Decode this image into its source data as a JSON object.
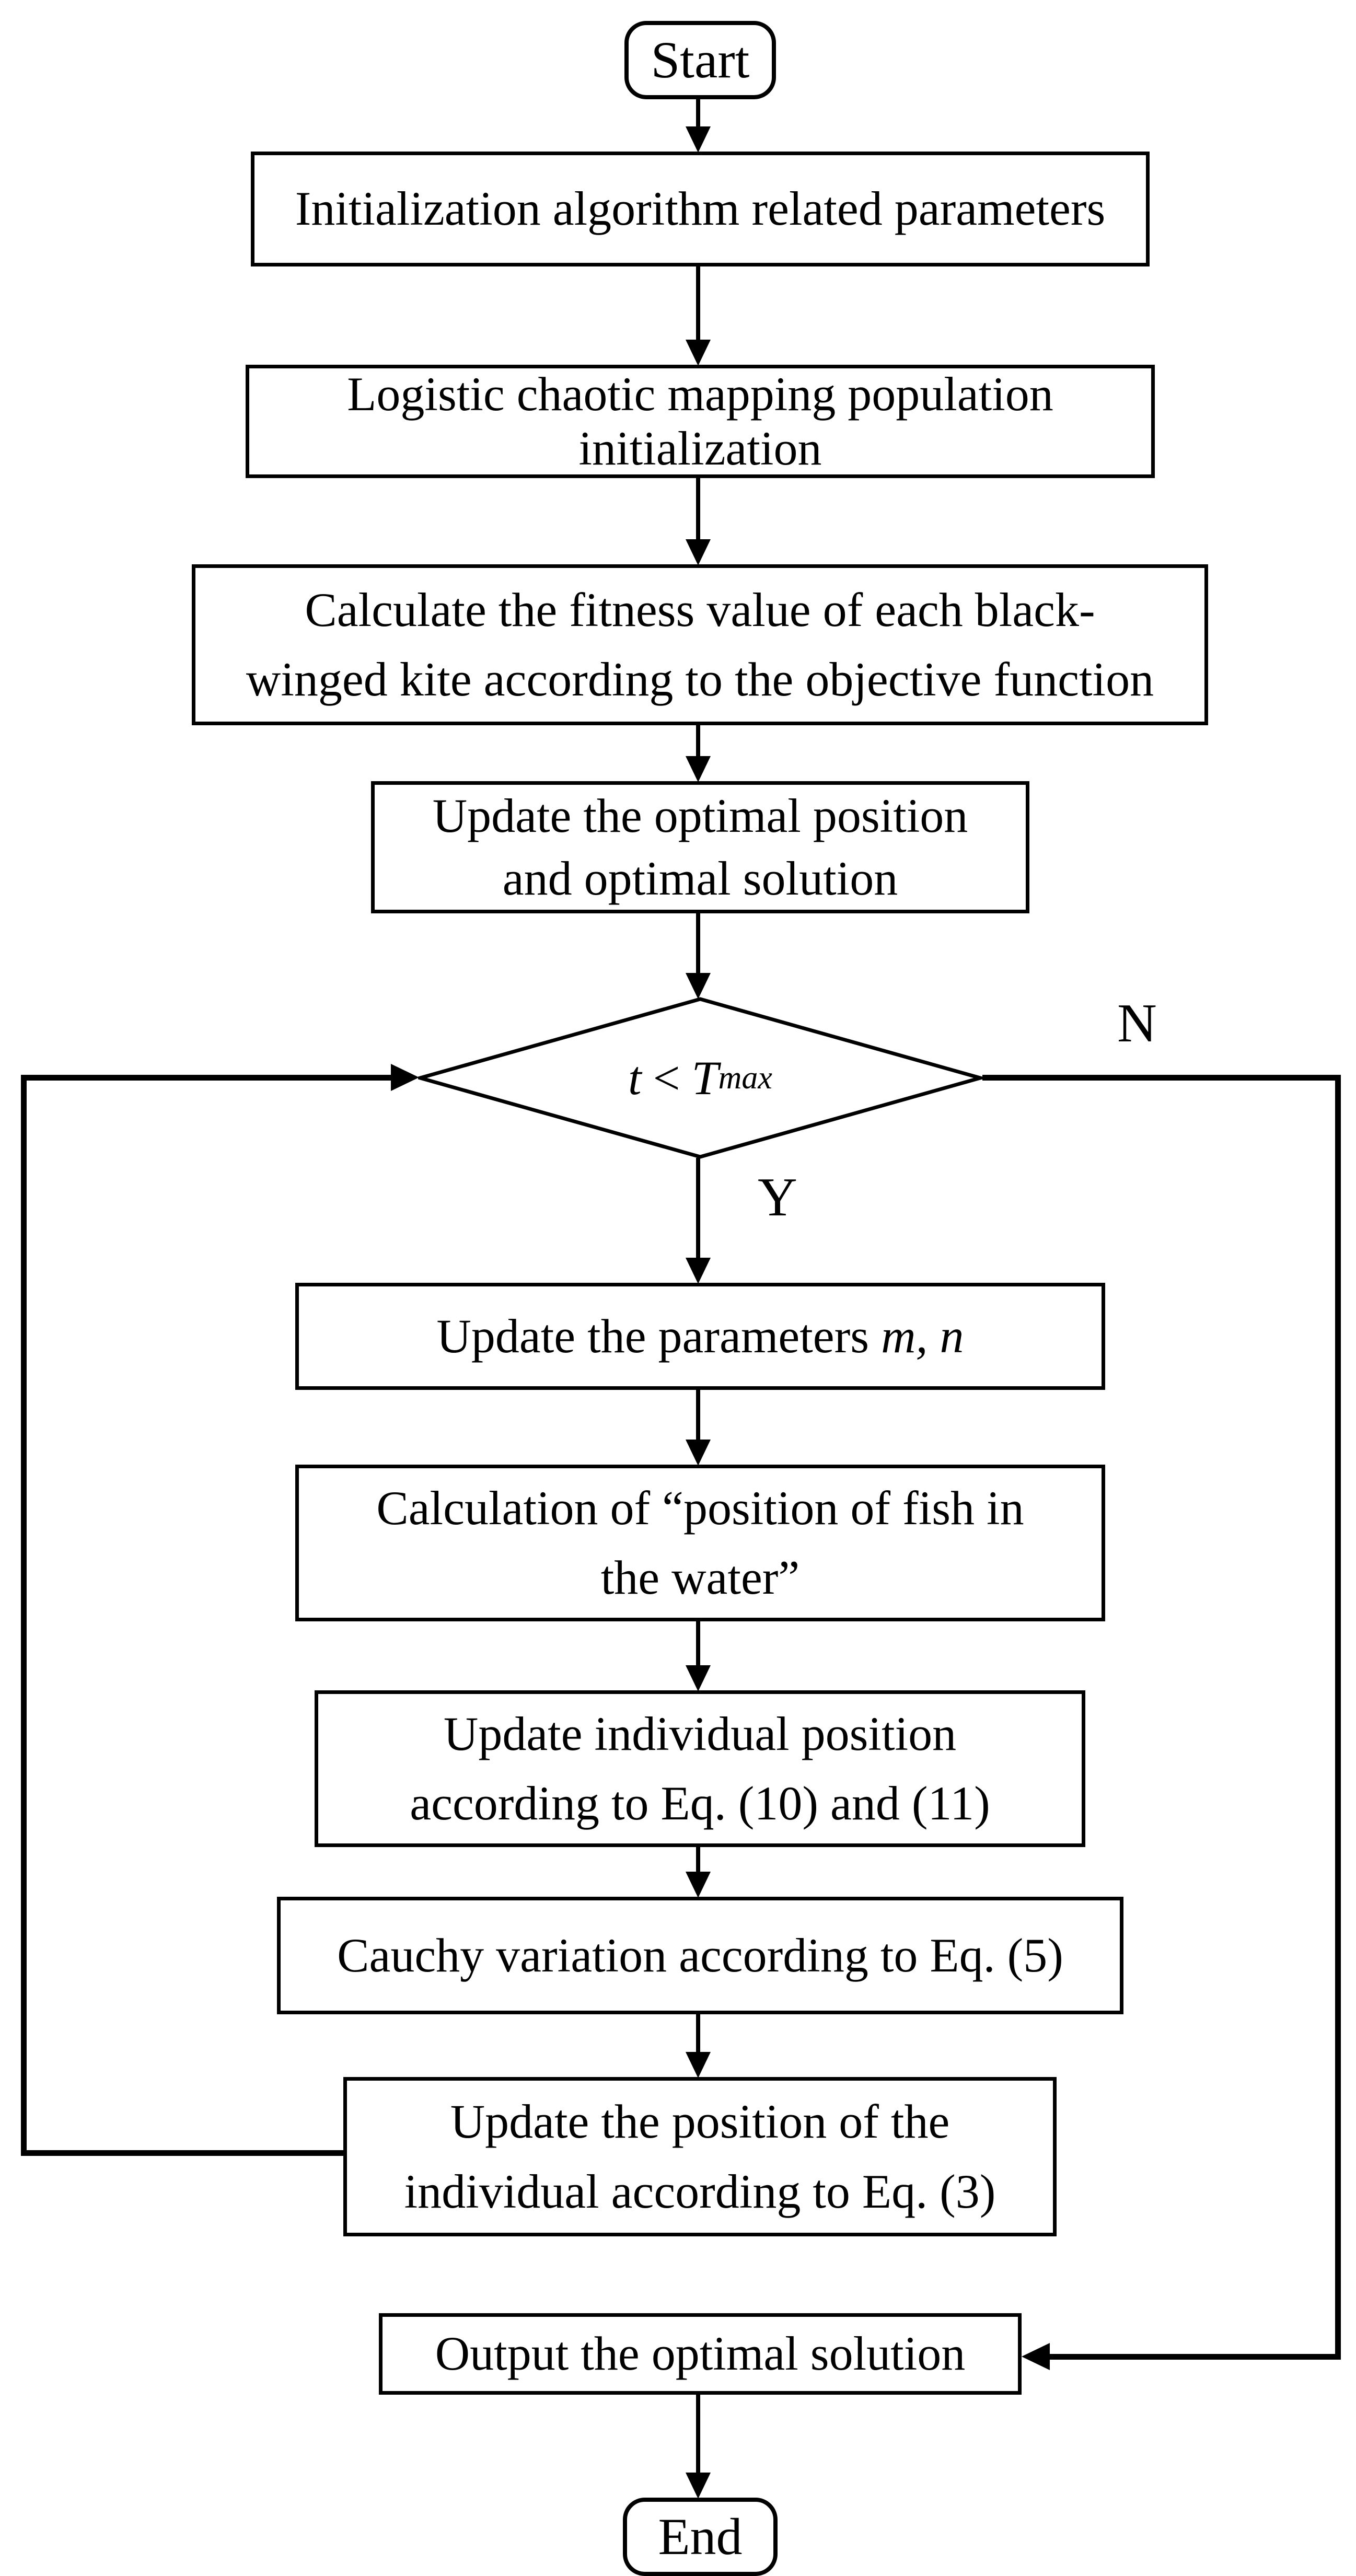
{
  "page": {
    "background_color": "#ffffff",
    "ink_color": "#000000"
  },
  "flowchart": {
    "terminals": {
      "start": "Start",
      "end": "End"
    },
    "process_boxes": [
      {
        "name": "init-parameters",
        "lines": [
          "Initialization algorithm related parameters"
        ]
      },
      {
        "name": "logistic-chaotic-init",
        "lines": [
          "Logistic chaotic mapping population",
          "initialization"
        ]
      },
      {
        "name": "fitness-calculation",
        "lines": [
          "Calculate the fitness value of each black-",
          "winged kite according to the objective function"
        ]
      },
      {
        "name": "update-optimal",
        "lines": [
          "Update the optimal position",
          "and optimal solution"
        ]
      },
      {
        "name": "update-parameters",
        "prefix": "Update the parameters ",
        "italic": "m, n"
      },
      {
        "name": "fish-position",
        "lines": [
          "Calculation of “position of fish in",
          "the water”"
        ]
      },
      {
        "name": "update-individual",
        "lines": [
          "Update individual position",
          "according to Eq. (10) and (11)"
        ]
      },
      {
        "name": "cauchy-variation",
        "lines": [
          "Cauchy variation according to Eq. (5)"
        ]
      },
      {
        "name": "update-position-eq3",
        "lines": [
          "Update the position of the",
          "individual according to Eq. (3)"
        ]
      },
      {
        "name": "output-solution",
        "lines": [
          "Output the optimal solution"
        ]
      }
    ],
    "decision": {
      "name": "iteration-check",
      "var": "t",
      "op": "<",
      "bound": "T",
      "bound_subscript": "max",
      "branch_yes": "Y",
      "branch_no": "N"
    }
  }
}
